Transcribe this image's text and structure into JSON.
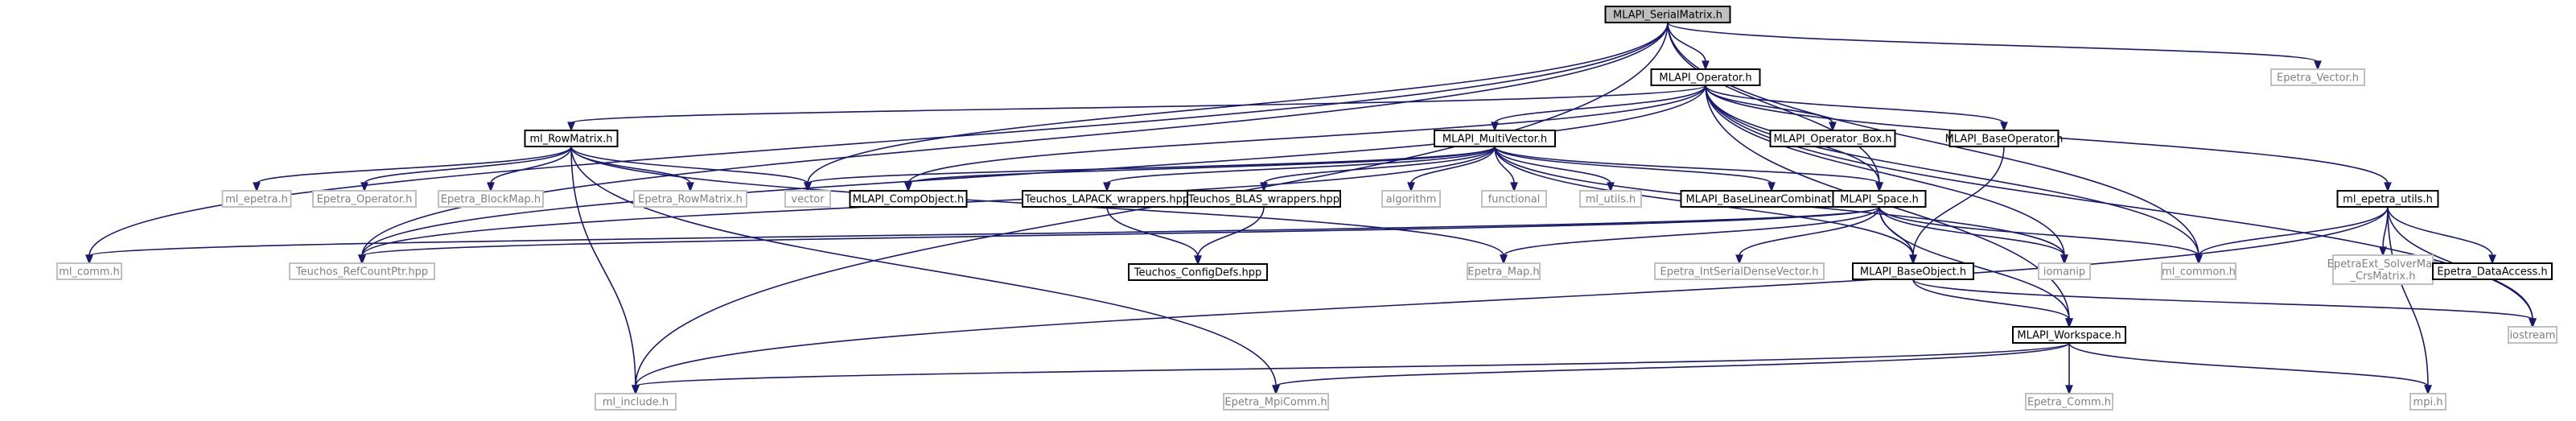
{
  "diagram": {
    "kind": "include-dependency-graph",
    "colors": {
      "edge": "#191970",
      "node_border": "#000000",
      "root_fill": "#bfbfbf",
      "node_fill": "#ffffff",
      "leaf_border": "#bfbfbf",
      "leaf_text": "#808080",
      "text": "#000000"
    },
    "nodes": [
      {
        "id": "root",
        "label": "MLAPI_SerialMatrix.h",
        "kind": "root"
      },
      {
        "id": "operator",
        "label": "MLAPI_Operator.h",
        "kind": "documented"
      },
      {
        "id": "epetra_vector",
        "label": "Epetra_Vector.h",
        "kind": "external"
      },
      {
        "id": "ml_rowmatrix",
        "label": "ml_RowMatrix.h",
        "kind": "documented"
      },
      {
        "id": "multivector",
        "label": "MLAPI_MultiVector.h",
        "kind": "documented"
      },
      {
        "id": "operator_box",
        "label": "MLAPI_Operator_Box.h",
        "kind": "documented"
      },
      {
        "id": "baseoperator",
        "label": "MLAPI_BaseOperator.h",
        "kind": "documented"
      },
      {
        "id": "ml_epetra_utils",
        "label": "ml_epetra_utils.h",
        "kind": "documented"
      },
      {
        "id": "ml_epetra",
        "label": "ml_epetra.h",
        "kind": "external"
      },
      {
        "id": "epetra_operator",
        "label": "Epetra_Operator.h",
        "kind": "external"
      },
      {
        "id": "epetra_blockmap",
        "label": "Epetra_BlockMap.h",
        "kind": "external"
      },
      {
        "id": "epetra_rowmatrix",
        "label": "Epetra_RowMatrix.h",
        "kind": "external"
      },
      {
        "id": "vector",
        "label": "vector",
        "kind": "external"
      },
      {
        "id": "compobject",
        "label": "MLAPI_CompObject.h",
        "kind": "documented"
      },
      {
        "id": "lapack",
        "label": "Teuchos_LAPACK_wrappers.hpp",
        "kind": "documented"
      },
      {
        "id": "blas",
        "label": "Teuchos_BLAS_wrappers.hpp",
        "kind": "documented"
      },
      {
        "id": "algorithm",
        "label": "algorithm",
        "kind": "external"
      },
      {
        "id": "functional",
        "label": "functional",
        "kind": "external"
      },
      {
        "id": "ml_utils",
        "label": "ml_utils.h",
        "kind": "external"
      },
      {
        "id": "baselincomb",
        "label": "MLAPI_BaseLinearCombination.h",
        "kind": "documented"
      },
      {
        "id": "space",
        "label": "MLAPI_Space.h",
        "kind": "documented"
      },
      {
        "id": "ml_comm",
        "label": "ml_comm.h",
        "kind": "external"
      },
      {
        "id": "refcountptr",
        "label": "Teuchos_RefCountPtr.hpp",
        "kind": "external"
      },
      {
        "id": "configdefs",
        "label": "Teuchos_ConfigDefs.hpp",
        "kind": "documented"
      },
      {
        "id": "epetra_map",
        "label": "Epetra_Map.h",
        "kind": "external"
      },
      {
        "id": "intserialdense",
        "label": "Epetra_IntSerialDenseVector.h",
        "kind": "external"
      },
      {
        "id": "baseobject",
        "label": "MLAPI_BaseObject.h",
        "kind": "documented"
      },
      {
        "id": "iomanip",
        "label": "iomanip",
        "kind": "external"
      },
      {
        "id": "ml_common",
        "label": "ml_common.h",
        "kind": "external"
      },
      {
        "id": "solvermap",
        "label": "EpetraExt_SolverMap\n_CrsMatrix.h",
        "kind": "external"
      },
      {
        "id": "dataaccess",
        "label": "Epetra_DataAccess.h",
        "kind": "documented"
      },
      {
        "id": "iostream",
        "label": "iostream",
        "kind": "external"
      },
      {
        "id": "workspace",
        "label": "MLAPI_Workspace.h",
        "kind": "documented"
      },
      {
        "id": "ml_include",
        "label": "ml_include.h",
        "kind": "external"
      },
      {
        "id": "epetra_mpicomm",
        "label": "Epetra_MpiComm.h",
        "kind": "external"
      },
      {
        "id": "epetra_comm",
        "label": "Epetra_Comm.h",
        "kind": "external"
      },
      {
        "id": "mpi",
        "label": "mpi.h",
        "kind": "external"
      }
    ],
    "edges": [
      [
        "root",
        "operator"
      ],
      [
        "root",
        "epetra_vector"
      ],
      [
        "root",
        "vector"
      ],
      [
        "root",
        "space"
      ],
      [
        "root",
        "ml_common"
      ],
      [
        "root",
        "ml_comm"
      ],
      [
        "root",
        "ml_include"
      ],
      [
        "root",
        "refcountptr"
      ],
      [
        "operator",
        "ml_rowmatrix"
      ],
      [
        "operator",
        "multivector"
      ],
      [
        "operator",
        "operator_box"
      ],
      [
        "operator",
        "baseoperator"
      ],
      [
        "operator",
        "ml_epetra_utils"
      ],
      [
        "operator",
        "space"
      ],
      [
        "operator",
        "compobject"
      ],
      [
        "operator",
        "refcountptr"
      ],
      [
        "operator",
        "ml_common"
      ],
      [
        "operator",
        "iomanip"
      ],
      [
        "operator",
        "iostream"
      ],
      [
        "operator",
        "workspace"
      ],
      [
        "ml_rowmatrix",
        "ml_epetra"
      ],
      [
        "ml_rowmatrix",
        "epetra_operator"
      ],
      [
        "ml_rowmatrix",
        "epetra_blockmap"
      ],
      [
        "ml_rowmatrix",
        "epetra_rowmatrix"
      ],
      [
        "ml_rowmatrix",
        "vector"
      ],
      [
        "ml_rowmatrix",
        "epetra_map"
      ],
      [
        "ml_rowmatrix",
        "epetra_mpicomm"
      ],
      [
        "ml_rowmatrix",
        "ml_include"
      ],
      [
        "multivector",
        "vector"
      ],
      [
        "multivector",
        "compobject"
      ],
      [
        "multivector",
        "lapack"
      ],
      [
        "multivector",
        "blas"
      ],
      [
        "multivector",
        "algorithm"
      ],
      [
        "multivector",
        "functional"
      ],
      [
        "multivector",
        "ml_utils"
      ],
      [
        "multivector",
        "baselincomb"
      ],
      [
        "multivector",
        "space"
      ],
      [
        "multivector",
        "baseobject"
      ],
      [
        "multivector",
        "iomanip"
      ],
      [
        "multivector",
        "refcountptr"
      ],
      [
        "baseoperator",
        "baseobject"
      ],
      [
        "ml_epetra_utils",
        "ml_common"
      ],
      [
        "ml_epetra_utils",
        "solvermap"
      ],
      [
        "ml_epetra_utils",
        "dataaccess"
      ],
      [
        "ml_epetra_utils",
        "iostream"
      ],
      [
        "ml_epetra_utils",
        "mpi"
      ],
      [
        "ml_epetra_utils",
        "ml_include"
      ],
      [
        "lapack",
        "configdefs"
      ],
      [
        "blas",
        "configdefs"
      ],
      [
        "space",
        "ml_comm"
      ],
      [
        "space",
        "refcountptr"
      ],
      [
        "space",
        "epetra_map"
      ],
      [
        "space",
        "intserialdense"
      ],
      [
        "space",
        "baseobject"
      ],
      [
        "space",
        "iomanip"
      ],
      [
        "space",
        "ml_common"
      ],
      [
        "space",
        "workspace"
      ],
      [
        "baseobject",
        "workspace"
      ],
      [
        "baseobject",
        "iostream"
      ],
      [
        "workspace",
        "ml_include"
      ],
      [
        "workspace",
        "epetra_mpicomm"
      ],
      [
        "workspace",
        "epetra_comm"
      ],
      [
        "workspace",
        "mpi"
      ]
    ]
  }
}
